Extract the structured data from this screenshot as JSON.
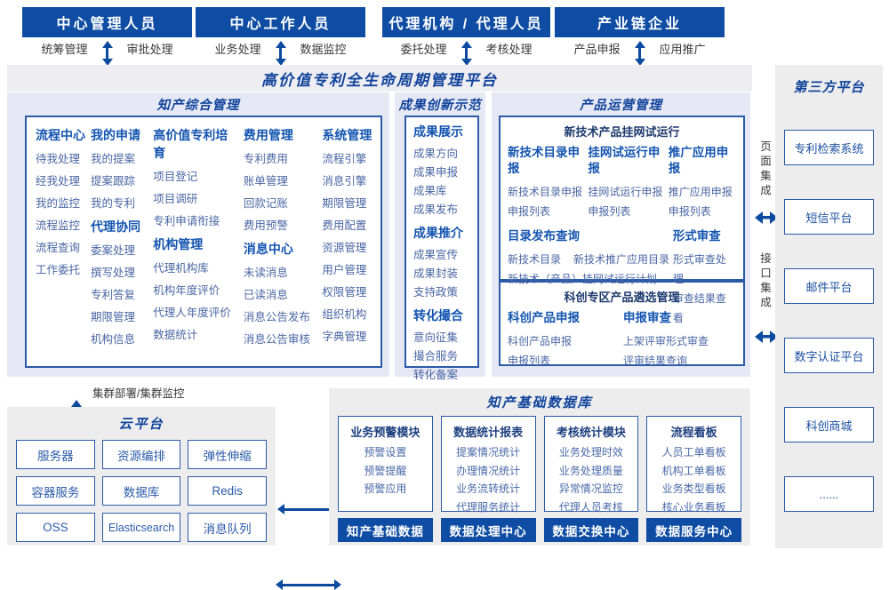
{
  "top_roles": [
    {
      "title": "中心管理人员",
      "left": "统筹管理",
      "right": "审批处理"
    },
    {
      "title": "中心工作人员",
      "left": "业务处理",
      "right": "数据监控"
    },
    {
      "title": "代理机构 / 代理人员",
      "left": "委托处理",
      "right": "考核处理"
    },
    {
      "title": "产业链企业",
      "left": "产品申报",
      "right": "应用推广"
    }
  ],
  "platform_title": "高价值专利全生命周期管理平台",
  "zhichan": {
    "title": "知产综合管理",
    "columns": [
      {
        "sections": [
          {
            "header": "流程中心",
            "items": [
              "待我处理",
              "经我处理",
              "我的监控",
              "流程监控",
              "流程查询",
              "工作委托"
            ]
          }
        ]
      },
      {
        "sections": [
          {
            "header": "我的申请",
            "items": [
              "我的提案",
              "提案跟踪",
              "我的专利"
            ]
          },
          {
            "header": "代理协同",
            "items": [
              "委案处理",
              "撰写处理",
              "专利答复",
              "期限管理",
              "机构信息"
            ]
          }
        ]
      },
      {
        "sections": [
          {
            "header": "高价值专利培育",
            "items": [
              "项目登记",
              "项目调研",
              "专利申请衔接"
            ]
          },
          {
            "header": "机构管理",
            "items": [
              "代理机构库",
              "机构年度评价",
              "代理人年度评价",
              "数据统计"
            ]
          }
        ]
      },
      {
        "sections": [
          {
            "header": "费用管理",
            "items": [
              "专利费用",
              "账单管理",
              "回款记账",
              "费用预警"
            ]
          },
          {
            "header": "消息中心",
            "items": [
              "未读消息",
              "已读消息",
              "消息公告发布",
              "消息公告审核"
            ]
          }
        ]
      },
      {
        "sections": [
          {
            "header": "系统管理",
            "items": [
              "流程引擎",
              "消息引擎",
              "期限管理",
              "费用配置",
              "资源管理",
              "用户管理",
              "权限管理",
              "组织机构",
              "字典管理"
            ]
          }
        ]
      }
    ]
  },
  "chengguo": {
    "title": "成果创新示范",
    "sections": [
      {
        "header": "成果展示",
        "items": [
          "成果方向",
          "成果申报",
          "成果库",
          "成果发布"
        ]
      },
      {
        "header": "成果推介",
        "items": [
          "成果宣传",
          "成果封装",
          "支持政策"
        ]
      },
      {
        "header": "转化撮合",
        "items": [
          "意向征集",
          "撮合服务",
          "转化备案"
        ]
      }
    ]
  },
  "chanpin": {
    "title": "产品运营管理",
    "box1": {
      "title": "新技术产品挂网试运行",
      "cols": [
        {
          "header": "新技术目录申报",
          "items": [
            "新技术目录申报",
            "申报列表"
          ]
        },
        {
          "header": "挂网试运行申报",
          "items": [
            "挂网试运行申报",
            "申报列表"
          ]
        },
        {
          "header": "推广应用申报",
          "items": [
            "推广应用申报",
            "申报列表"
          ]
        }
      ],
      "catalog": {
        "header": "目录发布查询",
        "item1": "新技术目录",
        "item2": "新技术推广应用目录",
        "item3": "新技术（产品）挂网试运行计划"
      },
      "review": {
        "header": "形式审查",
        "items": [
          "形式审查处理",
          "审查结果查看"
        ]
      }
    },
    "box2": {
      "title": "科创专区产品遴选管理",
      "cols": [
        {
          "header": "科创产品申报",
          "items": [
            "科创产品申报",
            "申报列表"
          ]
        },
        {
          "header": "申报审查",
          "items": [
            "上架评审形式审查",
            "评审结果查询"
          ]
        }
      ]
    }
  },
  "integration": {
    "page": "页面集成",
    "api": "接口集成"
  },
  "third_party": {
    "title": "第三方平台",
    "items": [
      "专利检索系统",
      "短信平台",
      "邮件平台",
      "数字认证平台",
      "科创商城",
      "......"
    ]
  },
  "cluster_label": "集群部署/集群监控",
  "cloud": {
    "title": "云平台",
    "items": [
      "服务器",
      "资源编排",
      "弹性伸缩",
      "容器服务",
      "数据库",
      "Redis",
      "OSS",
      "Elasticsearch",
      "消息队列"
    ]
  },
  "database": {
    "title": "知产基础数据库",
    "columns": [
      {
        "header": "业务预警模块",
        "items": [
          "预警设置",
          "预警提醒",
          "预警应用"
        ]
      },
      {
        "header": "数据统计报表",
        "items": [
          "提案情况统计",
          "办理情况统计",
          "业务流转统计",
          "代理服务统计"
        ]
      },
      {
        "header": "考核统计模块",
        "items": [
          "业务处理时效",
          "业务处理质量",
          "异常情况监控",
          "代理人员考核"
        ]
      },
      {
        "header": "流程看板",
        "items": [
          "人员工单看板",
          "机构工单看板",
          "业务类型看板",
          "核心业务看板"
        ]
      }
    ],
    "buttons": [
      "知产基础数据",
      "数据处理中心",
      "数据交换中心",
      "数据服务中心"
    ]
  },
  "colors": {
    "bar_blue": "#0e4da3",
    "border_blue": "#2b5aa7",
    "title_blue": "#10439b",
    "panel_lavender": "#e6e9f5",
    "panel_gray": "#ededee"
  }
}
